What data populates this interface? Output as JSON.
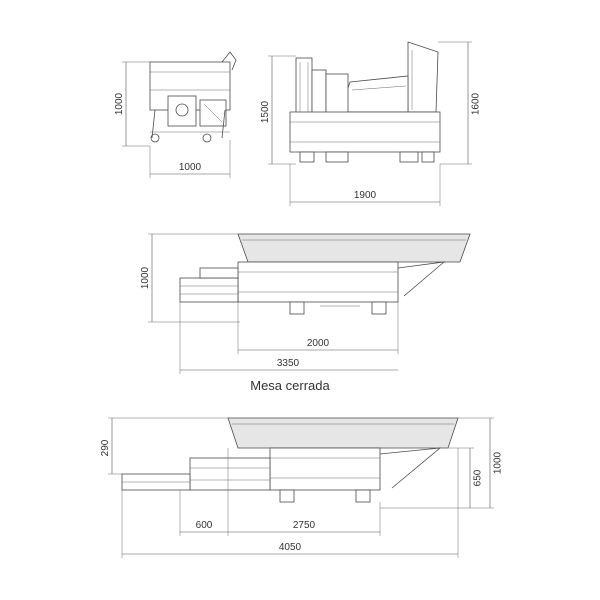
{
  "views": {
    "side": {
      "height": "1000",
      "width": "1000"
    },
    "front": {
      "height_a": "1500",
      "height_b": "1600",
      "width": "1900"
    },
    "closed": {
      "height": "1000",
      "length_a": "2000",
      "length_b": "3350",
      "caption": "Mesa cerrada"
    },
    "open": {
      "height_top": "290",
      "height_mid": "650",
      "height_total": "1000",
      "length_a": "600",
      "length_b": "2750",
      "length_total": "4050"
    }
  }
}
